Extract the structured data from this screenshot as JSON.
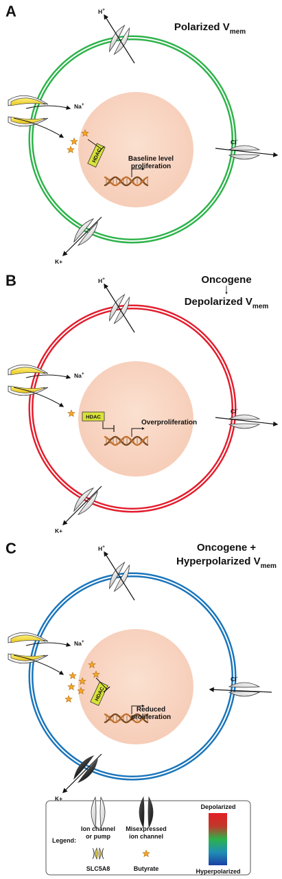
{
  "panels": [
    {
      "letter": "A",
      "title_parts": [
        "Polarized V",
        "mem"
      ],
      "membrane_color": "#2eb34a",
      "hdac": "HDAC",
      "outcome": [
        "Baseline level",
        "proliferation"
      ]
    },
    {
      "letter": "B",
      "title_top": "Oncogene",
      "title_parts": [
        "Depolarized V",
        "mem"
      ],
      "membrane_color": "#e31e2d",
      "hdac": "HDAC",
      "outcome": [
        "Overproliferation"
      ]
    },
    {
      "letter": "C",
      "title_top": "Oncogene +",
      "title_parts": [
        "Hyperpolarized V",
        "mem"
      ],
      "membrane_color": "#1a75bb",
      "hdac": "HDAC",
      "outcome": [
        "Reduced",
        "proliferation"
      ]
    }
  ],
  "ions": {
    "h": [
      "H",
      "+"
    ],
    "na": [
      "Na",
      "+"
    ],
    "cl": [
      "Cl",
      "-"
    ],
    "k": "K+"
  },
  "legend": {
    "title": "Legend:",
    "ion_channel": [
      "Ion channel",
      "or pump"
    ],
    "misexpressed": [
      "Misexpressed",
      "ion channel"
    ],
    "slc": "SLC5A8",
    "butyrate": "Butyrate",
    "depolarized": "Depolarized",
    "hyperpolarized": "Hyperpolarized"
  }
}
